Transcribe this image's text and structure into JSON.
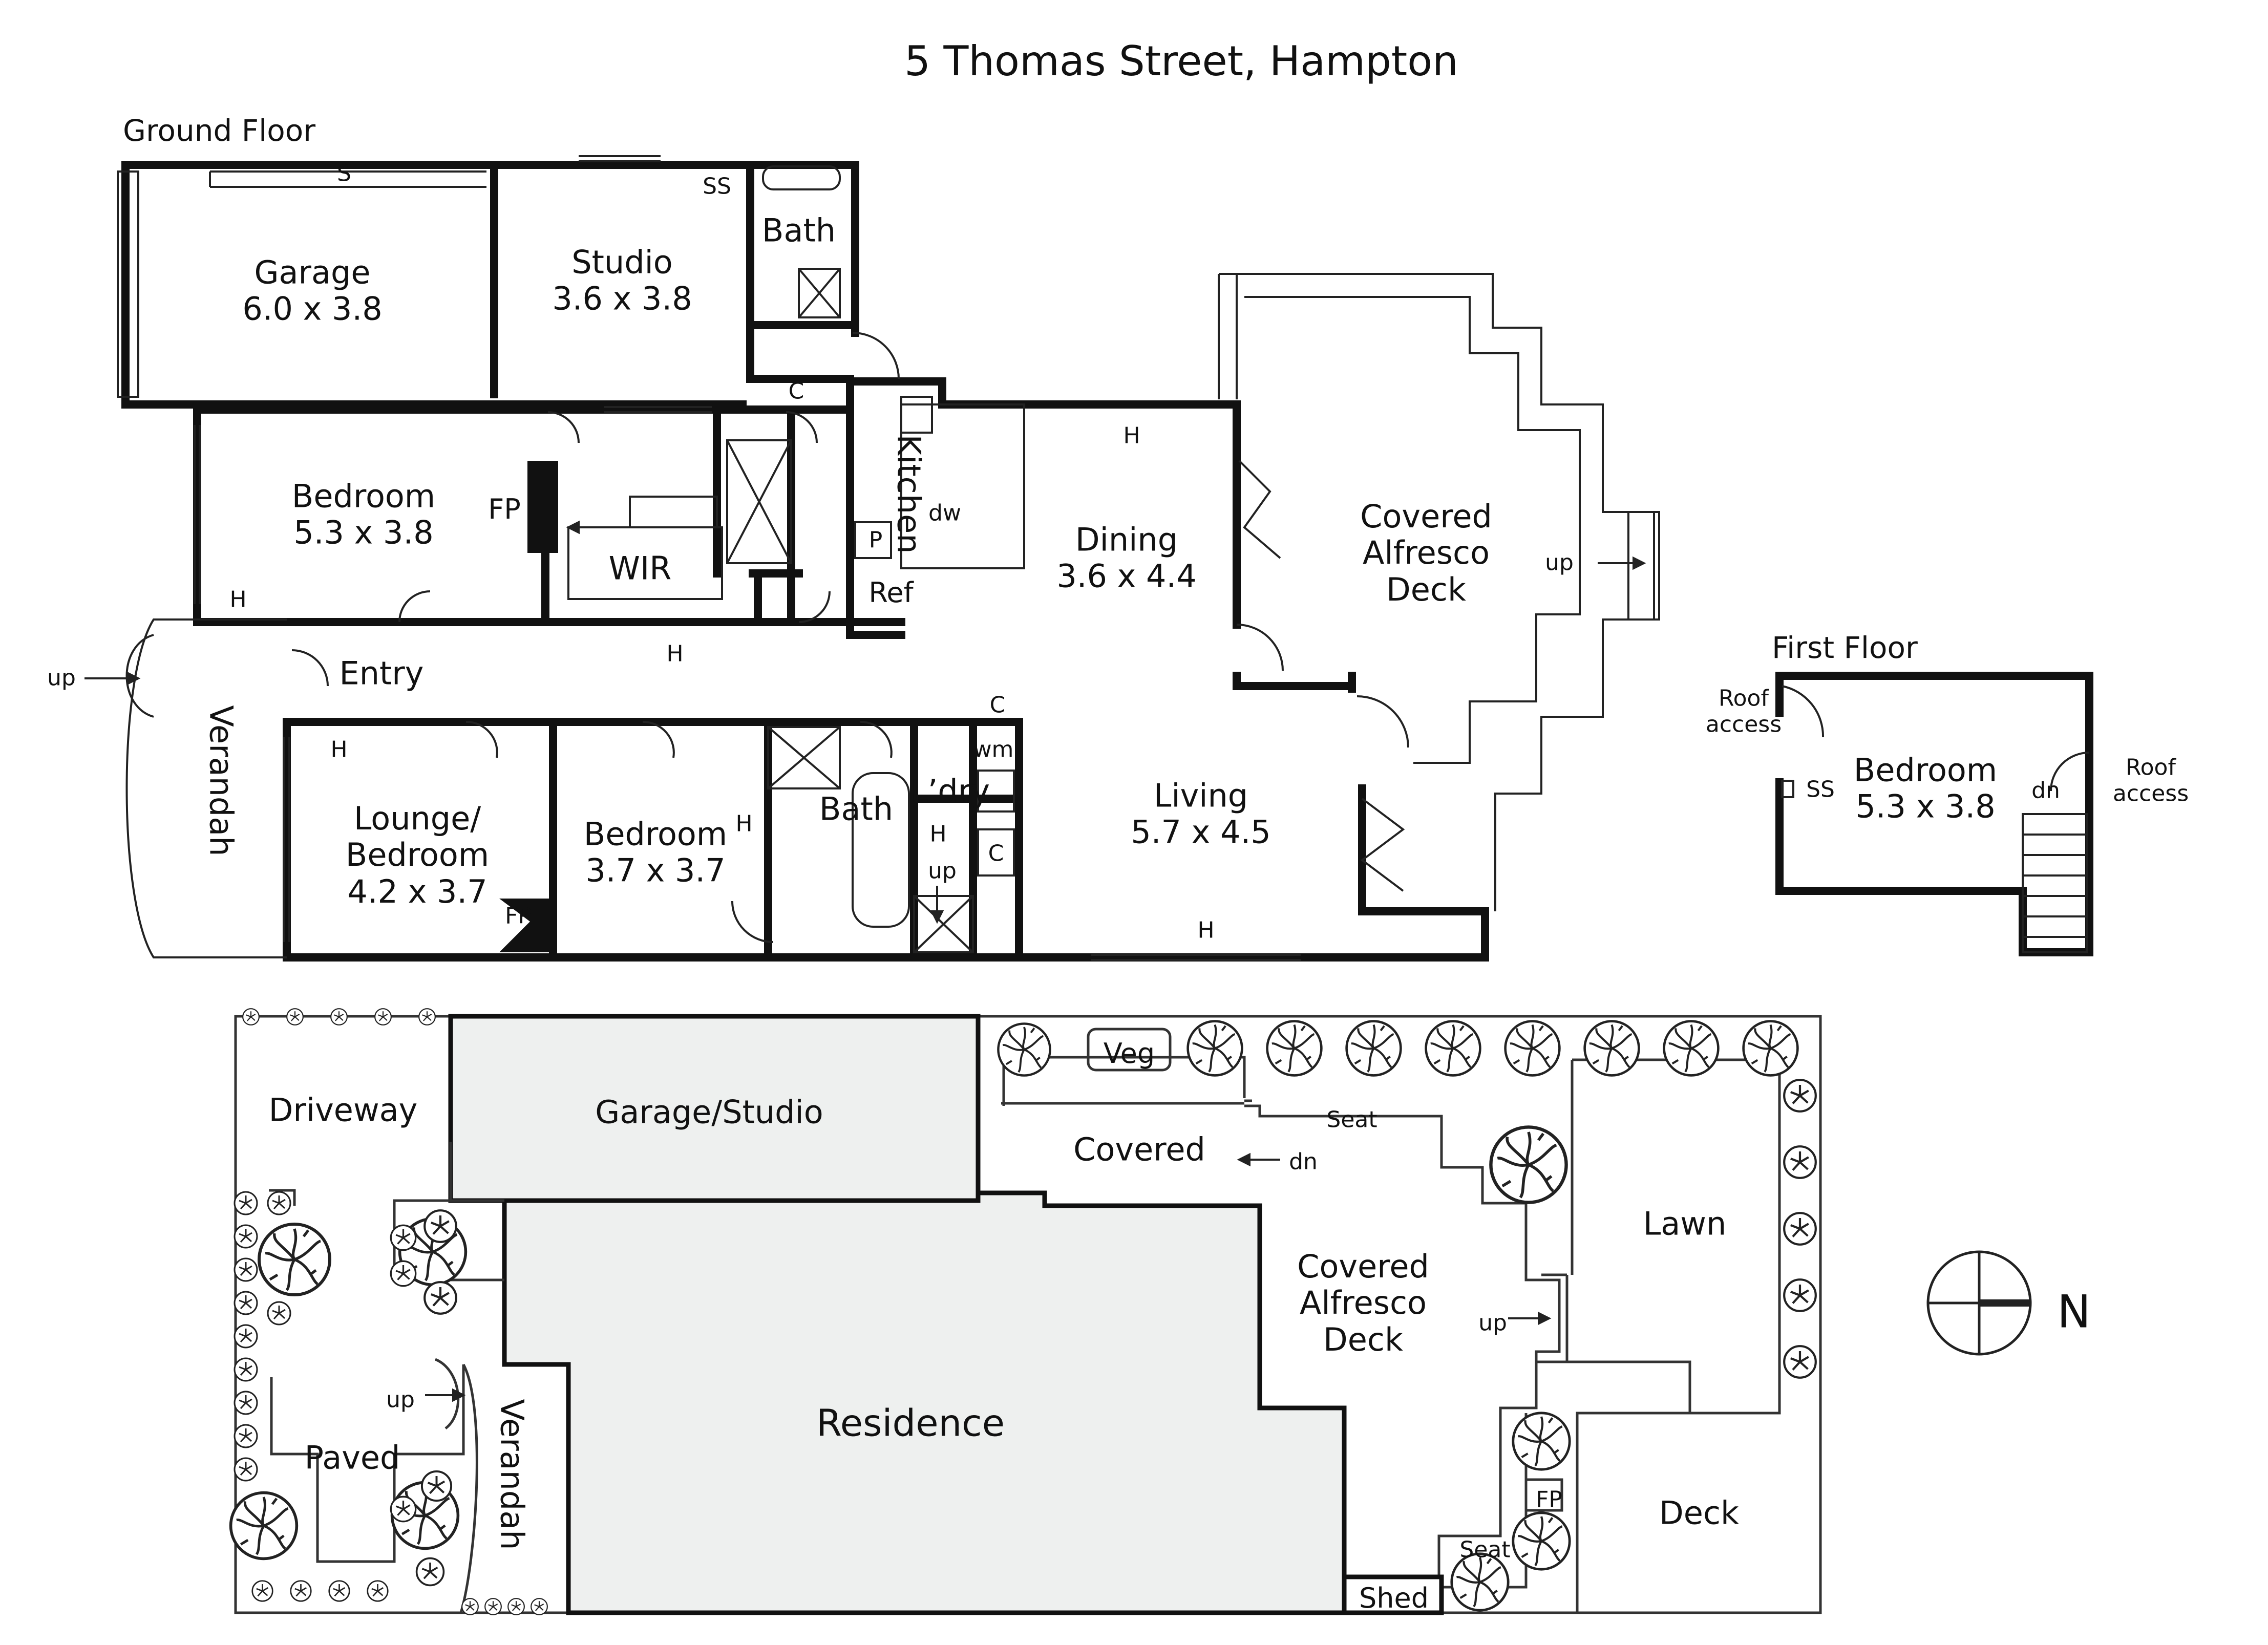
{
  "title": "5 Thomas Street, Hampton",
  "ground_floor": {
    "heading": "Ground Floor",
    "rooms": {
      "garage": {
        "name": "Garage",
        "size": "6.0 x 3.8"
      },
      "studio": {
        "name": "Studio",
        "size": "3.6 x 3.8"
      },
      "bath_top": {
        "name": "Bath"
      },
      "bedroom_main": {
        "name": "Bedroom",
        "size": "5.3 x 3.8"
      },
      "wir": {
        "name": "WIR"
      },
      "kitchen": {
        "name": "Kitchen"
      },
      "dining": {
        "name": "Dining",
        "size": "3.6 x 4.4"
      },
      "alfresco": {
        "line1": "Covered",
        "line2": "Alfresco",
        "line3": "Deck"
      },
      "entry": {
        "name": "Entry"
      },
      "verandah": {
        "name": "Verandah"
      },
      "lounge": {
        "line1": "Lounge/",
        "line2": "Bedroom",
        "size": "4.2 x 3.7"
      },
      "bedroom_mid": {
        "name": "Bedroom",
        "size": "3.7 x 3.7"
      },
      "bath_mid": {
        "name": "Bath"
      },
      "laundry": {
        "name": "L’dry"
      },
      "living": {
        "name": "Living",
        "size": "5.7 x 4.5"
      }
    },
    "symbols": {
      "s": "S",
      "ss": "SS",
      "c": "C",
      "fp": "FP",
      "dw": "dw",
      "p": "P",
      "ref": "Ref",
      "h": "H",
      "wm": "wm",
      "up": "up"
    }
  },
  "first_floor": {
    "heading": "First Floor",
    "bedroom": {
      "name": "Bedroom",
      "size": "5.3 x 3.8"
    },
    "roof_access": {
      "line1": "Roof",
      "line2": "access"
    },
    "ss": "SS",
    "dn": "dn"
  },
  "site_plan": {
    "driveway": "Driveway",
    "garage_studio": "Garage/Studio",
    "veg": "Veg",
    "covered": "Covered",
    "seat": "Seat",
    "dn": "dn",
    "lawn": "Lawn",
    "alfresco": {
      "line1": "Covered",
      "line2": "Alfresco",
      "line3": "Deck"
    },
    "up": "up",
    "residence": "Residence",
    "paved": "Paved",
    "verandah": "Verandah",
    "fp": "FP",
    "deck": "Deck",
    "shed": "Shed"
  },
  "compass": {
    "north": "N"
  },
  "colors": {
    "wall": "#111111",
    "building_fill": "#eef0ef",
    "line": "#333333"
  }
}
